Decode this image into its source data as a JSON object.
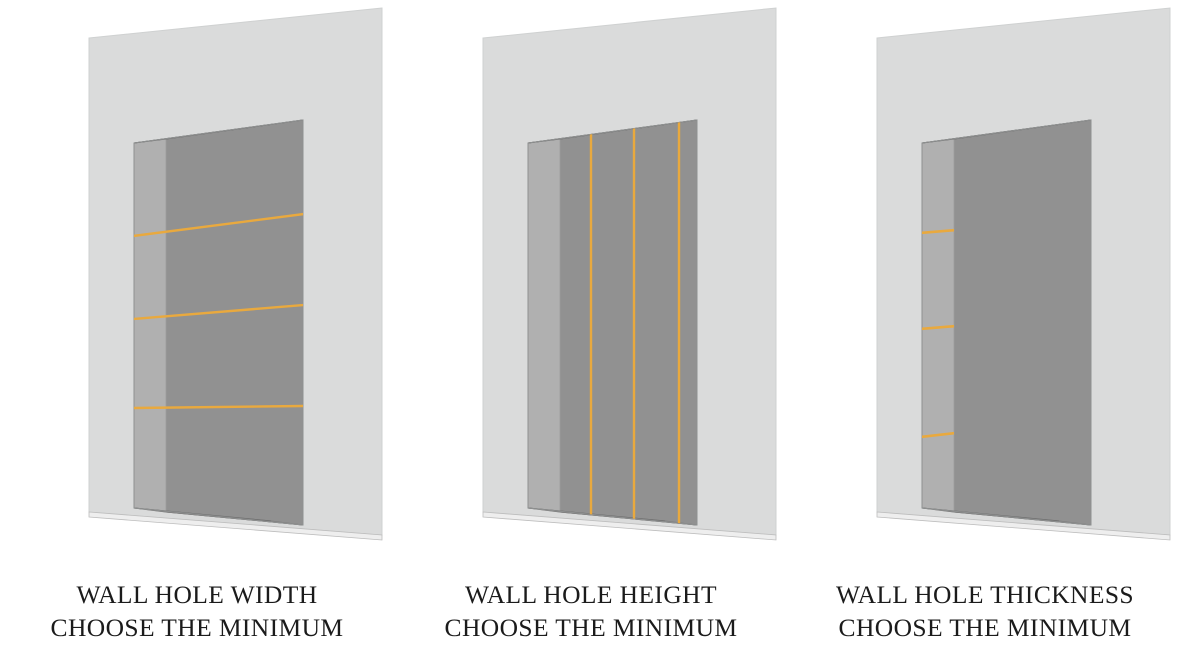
{
  "figure": {
    "title": "Wall hole dimension reference",
    "background_color": "#ffffff",
    "panel_count": 3
  },
  "colors": {
    "wall_face": "#dadbdb",
    "wall_face_edge": "#c9cbcb",
    "jamb_face": "#b0b0b0",
    "opening_back_face": "#919191",
    "soffit_face": "#8d8d8d",
    "soffit_edge": "#6f6f6f",
    "sill_face": "#a9a9a9",
    "outline": "#8f9191",
    "dimension_line": "#e9a93e",
    "caption_text": "#1b1b1b"
  },
  "panels": [
    {
      "id": "wall-hole-width",
      "measure": "width",
      "caption_line1": "WALL HOLE WIDTH",
      "caption_line2": "CHOOSE THE MINIMUM",
      "dimension_line_color": "#e9a93e",
      "dimension_line_count": 3,
      "dimension_line_orientation": "horizontal",
      "dimension_line_span": "full-opening-width"
    },
    {
      "id": "wall-hole-height",
      "measure": "height",
      "caption_line1": "WALL HOLE HEIGHT",
      "caption_line2": "CHOOSE THE MINIMUM",
      "dimension_line_color": "#e9a93e",
      "dimension_line_count": 3,
      "dimension_line_orientation": "vertical",
      "dimension_line_span": "full-opening-height"
    },
    {
      "id": "wall-hole-thickness",
      "measure": "thickness",
      "caption_line1": "WALL HOLE THICKNESS",
      "caption_line2": "CHOOSE THE MINIMUM",
      "dimension_line_color": "#e9a93e",
      "dimension_line_count": 3,
      "dimension_line_orientation": "horizontal-short",
      "dimension_line_span": "jamb-reveal-depth"
    }
  ]
}
